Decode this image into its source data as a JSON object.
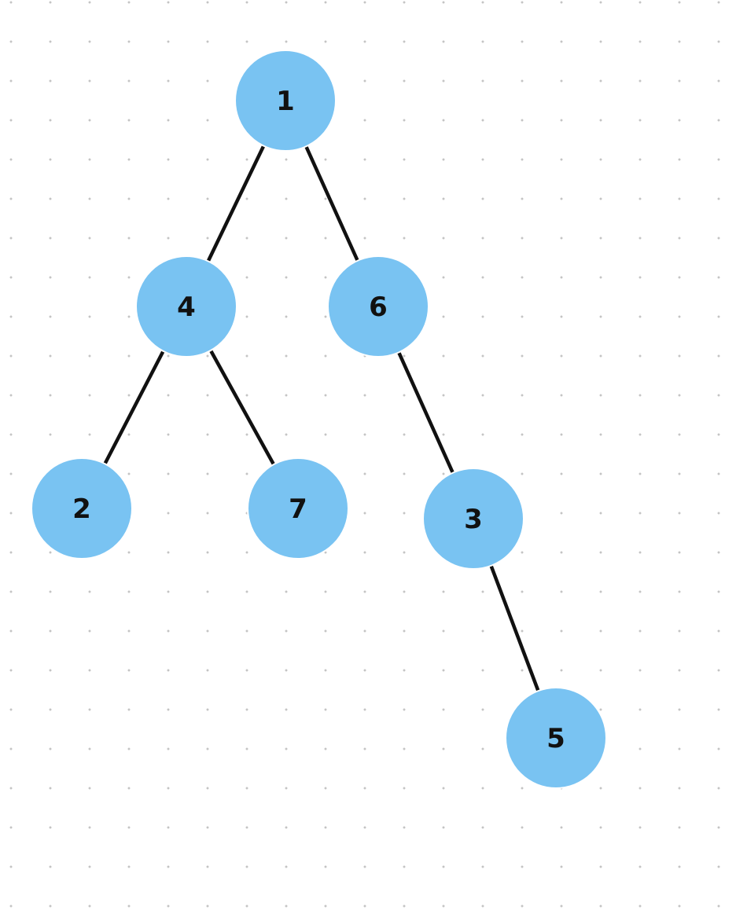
{
  "diagram": {
    "type": "binary-tree",
    "node_color": "#79c3f2",
    "edge_color": "#111111",
    "nodes": [
      {
        "id": "n1",
        "label": "1"
      },
      {
        "id": "n4",
        "label": "4"
      },
      {
        "id": "n6",
        "label": "6"
      },
      {
        "id": "n2",
        "label": "2"
      },
      {
        "id": "n7",
        "label": "7"
      },
      {
        "id": "n3",
        "label": "3"
      },
      {
        "id": "n5",
        "label": "5"
      }
    ],
    "edges": [
      {
        "from": "n1",
        "to": "n4"
      },
      {
        "from": "n1",
        "to": "n6"
      },
      {
        "from": "n4",
        "to": "n2"
      },
      {
        "from": "n4",
        "to": "n7"
      },
      {
        "from": "n6",
        "to": "n3"
      },
      {
        "from": "n3",
        "to": "n5"
      }
    ]
  }
}
